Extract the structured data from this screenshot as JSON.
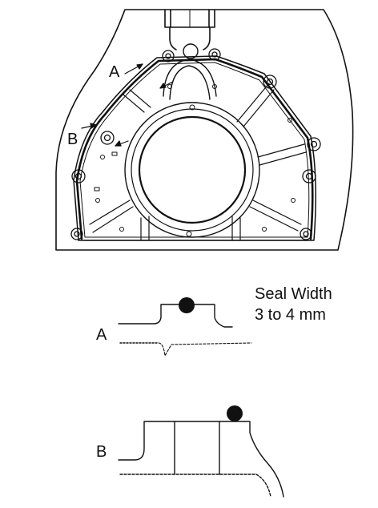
{
  "labels": {
    "a_top": "A",
    "b_top": "B",
    "a_section": "A",
    "b_section": "B"
  },
  "seal_note": {
    "line1": "Seal Width",
    "line2": "3 to 4 mm"
  },
  "colors": {
    "ink": "#111111",
    "background": "#ffffff"
  }
}
